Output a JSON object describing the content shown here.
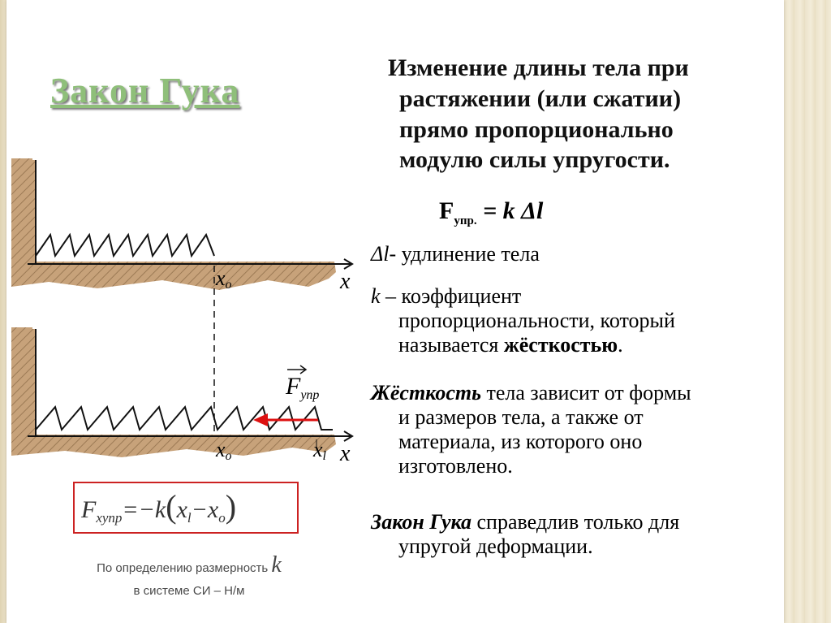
{
  "title": "Закон Гука",
  "intro": [
    "Изменение длины тела при",
    "растяжении (или сжатии)",
    "прямо пропорционально",
    "модулю силы упругости."
  ],
  "formula": {
    "F": "F",
    "sub": "упр.",
    "rest": "= k Δl"
  },
  "items": {
    "dl": {
      "sym": "Δl",
      "text": "- удлинение тела"
    },
    "k": {
      "sym": "k",
      "text1": " – коэффициент",
      "text2_pre": "пропорциональности, который",
      "text3_pre": "называется ",
      "text3_bold": "жёсткостью",
      "text3_post": "."
    },
    "stiffness": {
      "lead": "Жёсткость",
      "text1": " тела зависит от формы",
      "text2": "и размеров тела, а также от",
      "text3": "материала, из которого оно",
      "text4": "изготовлено."
    },
    "law": {
      "lead": "Закон Гука",
      "text1": " справедлив только для",
      "text2": "упругой деформации."
    }
  },
  "diagram": {
    "x0_label": "x",
    "x0_sub": "o",
    "x1_label": "x",
    "x1_sub": "l",
    "axis_label": "x",
    "force_label": "F",
    "force_sub": "упр"
  },
  "formula_box": {
    "text": "Fₓупр=−k(xₗ−xₒ)"
  },
  "caption": {
    "line1": "По определению размерность",
    "k": "k",
    "line2": "в системе СИ – Н/м"
  },
  "colors": {
    "title": "#8fbf7a",
    "ground": "#c7a27a",
    "arrow": "#dd1111",
    "box": "#cc2222"
  }
}
